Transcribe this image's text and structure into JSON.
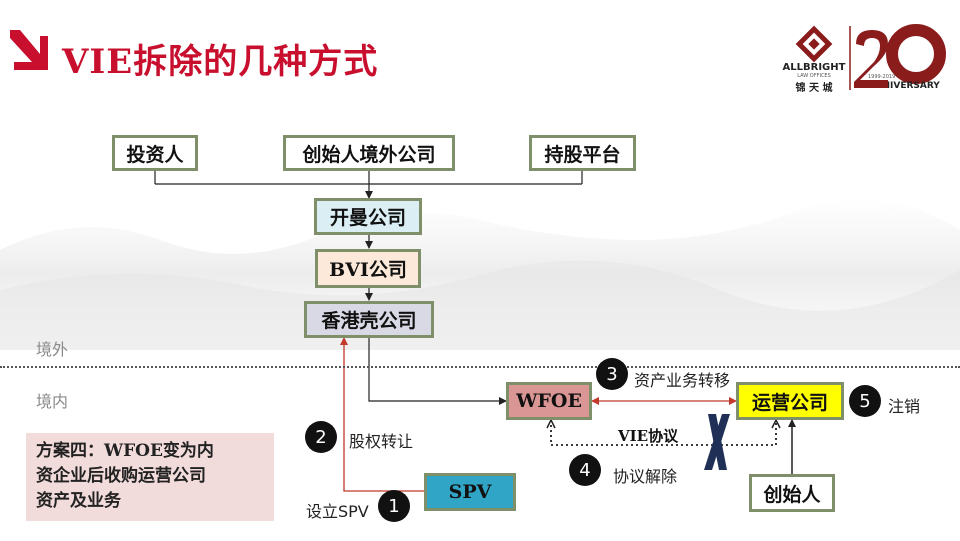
{
  "title": "VIE拆除的几种方式",
  "logo": {
    "firm_en": "ALLBRIGHT",
    "firm_sub": "LAW OFFICES",
    "firm_cn": "锦 天 城",
    "number": "20",
    "years": "1999-2019",
    "anniversary": "ANNIVERSARY"
  },
  "regions": {
    "offshore": "境外",
    "onshore": "境内"
  },
  "entities": {
    "investor": "投资人",
    "founder_offshore": "创始人境外公司",
    "holding_platform": "持股平台",
    "cayman": "开曼公司",
    "bvi": "BVI公司",
    "hk": "香港壳公司",
    "wfoe": "WFOE",
    "opco": "运营公司",
    "spv": "SPV",
    "founder": "创始人"
  },
  "steps": [
    {
      "num": "1",
      "label": "设立SPV"
    },
    {
      "num": "2",
      "label": "股权转让"
    },
    {
      "num": "3",
      "label": "资产业务转移"
    },
    {
      "num": "4",
      "label": "协议解除"
    },
    {
      "num": "5",
      "label": "注销"
    }
  ],
  "vie_agreement": "VIE协议",
  "scheme_text": [
    "方案四：WFOE变为内",
    "资企业后收购运营公司",
    "资产及业务"
  ],
  "colors": {
    "title_red": "#c8102e",
    "red_arrow": "#c0392b",
    "wfoe_fill": "#d99694",
    "opco_fill": "#ffff00",
    "spv_fill": "#31a5c6",
    "scheme_fill": "#f2dcdb"
  }
}
